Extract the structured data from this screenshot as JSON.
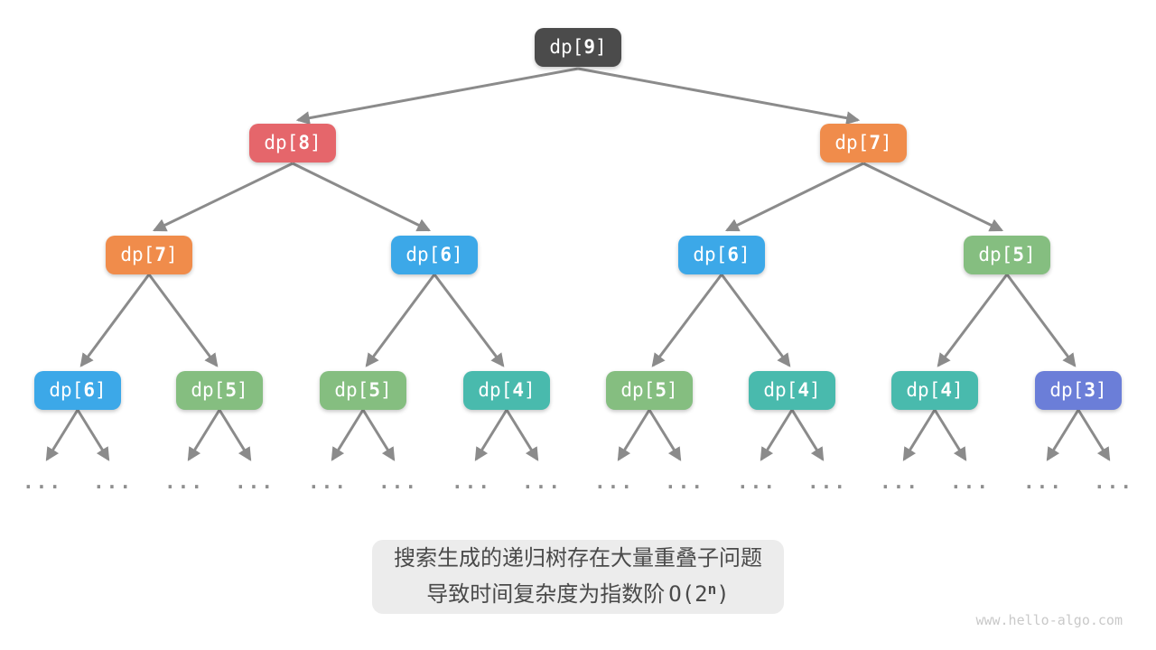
{
  "palette": {
    "canvas-bg": "#FFFFFF",
    "arrow-gray": "#8B8B8B",
    "dots-gray": "#8F8F8F",
    "node-text": "#FFFFFF",
    "caption-bg": "#ECECEC",
    "caption-text": "#4A4A4A",
    "watermark-gray": "#C9C9C9"
  },
  "node_colors": {
    "dark": "#4B4B4B",
    "red": "#E5666B",
    "orange": "#F08C4B",
    "blue": "#3CA8E8",
    "green": "#85BE80",
    "teal": "#49BAAD",
    "purple": "#6B7ED8"
  },
  "nodes": [
    {
      "pre": "dp[",
      "num": "9",
      "suf": "]",
      "color": "#4B4B4B"
    },
    {
      "pre": "dp[",
      "num": "8",
      "suf": "]",
      "color": "#E5666B"
    },
    {
      "pre": "dp[",
      "num": "7",
      "suf": "]",
      "color": "#F08C4B"
    },
    {
      "pre": "dp[",
      "num": "7",
      "suf": "]",
      "color": "#F08C4B"
    },
    {
      "pre": "dp[",
      "num": "6",
      "suf": "]",
      "color": "#3CA8E8"
    },
    {
      "pre": "dp[",
      "num": "6",
      "suf": "]",
      "color": "#3CA8E8"
    },
    {
      "pre": "dp[",
      "num": "5",
      "suf": "]",
      "color": "#85BE80"
    },
    {
      "pre": "dp[",
      "num": "6",
      "suf": "]",
      "color": "#3CA8E8"
    },
    {
      "pre": "dp[",
      "num": "5",
      "suf": "]",
      "color": "#85BE80"
    },
    {
      "pre": "dp[",
      "num": "5",
      "suf": "]",
      "color": "#85BE80"
    },
    {
      "pre": "dp[",
      "num": "4",
      "suf": "]",
      "color": "#49BAAD"
    },
    {
      "pre": "dp[",
      "num": "5",
      "suf": "]",
      "color": "#85BE80"
    },
    {
      "pre": "dp[",
      "num": "4",
      "suf": "]",
      "color": "#49BAAD"
    },
    {
      "pre": "dp[",
      "num": "4",
      "suf": "]",
      "color": "#49BAAD"
    },
    {
      "pre": "dp[",
      "num": "3",
      "suf": "]",
      "color": "#6B7ED8"
    }
  ],
  "ellipsis": "...",
  "caption": {
    "line1": "搜索生成的递归树存在大量重叠子问题",
    "line2_text": "导致时间复杂度为指数阶",
    "line2_formula_pre": "O(2",
    "line2_formula_sup": "n",
    "line2_formula_suf": ")"
  },
  "watermark": "www.hello-algo.com"
}
